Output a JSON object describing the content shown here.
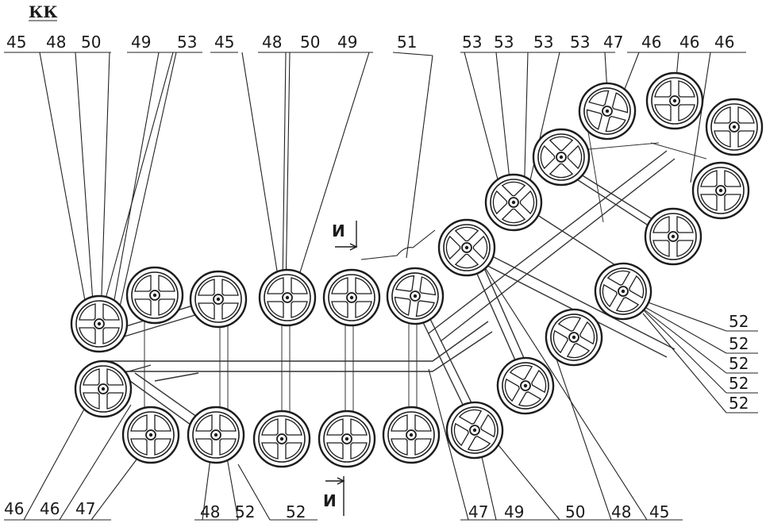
{
  "title": "КК",
  "section_mark": "И",
  "top_labels": [
    "45",
    "48",
    "50",
    "49",
    "53",
    "45",
    "48",
    "50",
    "49",
    "51",
    "53",
    "53",
    "53",
    "53",
    "47",
    "46",
    "46",
    "46"
  ],
  "right_labels": [
    "52",
    "52",
    "52",
    "52",
    "52"
  ],
  "bottom_labels": [
    "46",
    "46",
    "47",
    "48",
    "52",
    "52",
    "47",
    "49",
    "50",
    "48",
    "45"
  ]
}
